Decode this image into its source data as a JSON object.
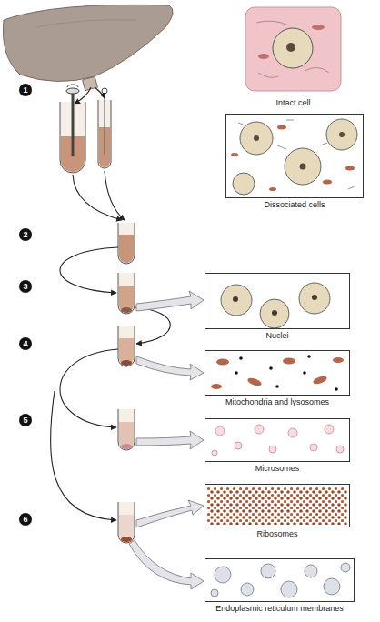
{
  "diagram": {
    "nodes": [
      {
        "text": [
          "Intact cell"
        ]
      },
      {
        "text": [
          "Dissociated cells"
        ]
      },
      {
        "text": [
          "Nuclei"
        ]
      },
      {
        "text": [
          "Mitochondria and lysosomes"
        ]
      },
      {
        "text": [
          "Microsomes"
        ]
      },
      {
        "text": [
          "Ribosomes"
        ]
      },
      {
        "text": [
          "Endoplasmic reticulum membranes"
        ]
      }
    ],
    "labels": [
      "1",
      "2",
      "3",
      "4",
      "5",
      "6"
    ]
  }
}
